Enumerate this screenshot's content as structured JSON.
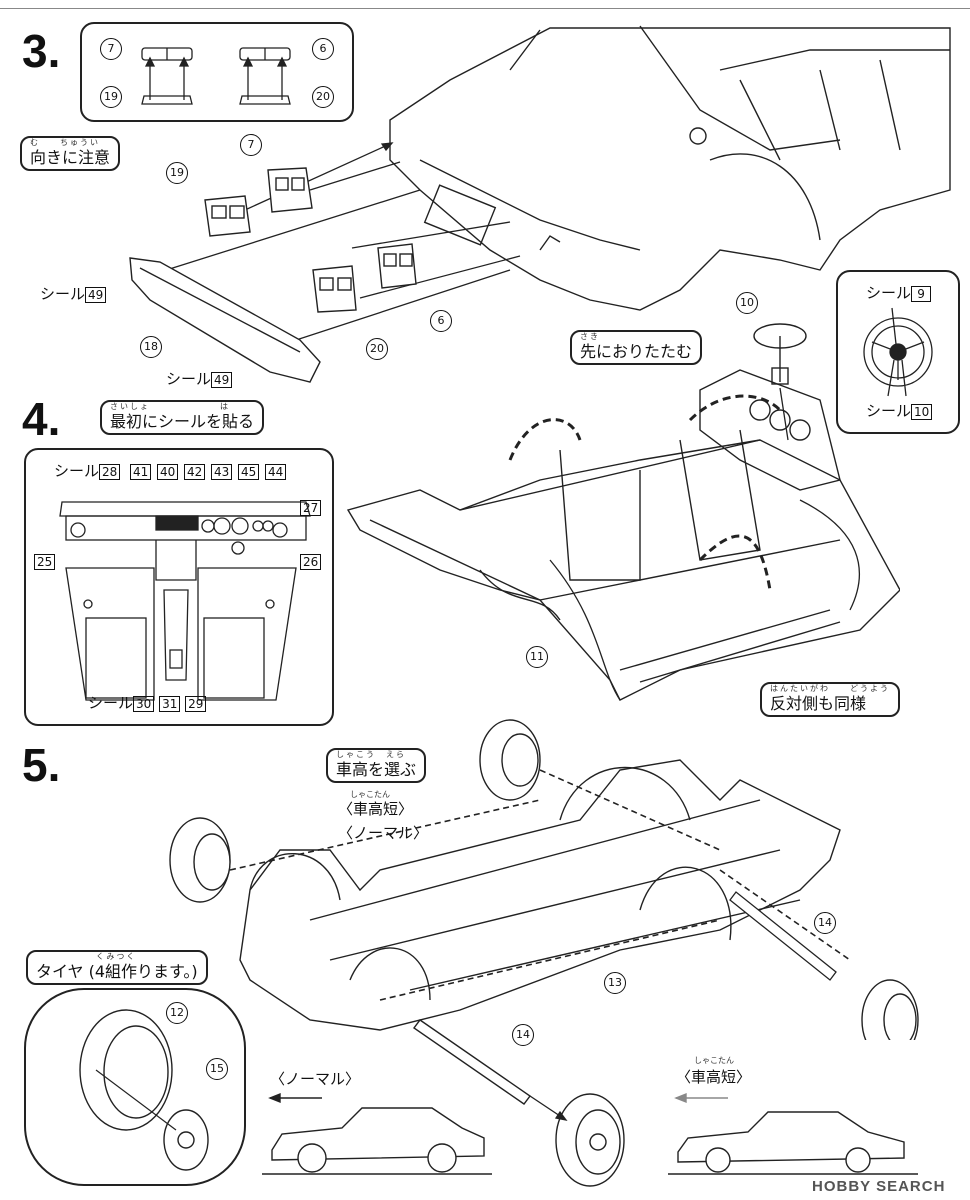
{
  "steps": {
    "s3": "3.",
    "s4": "4.",
    "s5": "5."
  },
  "step3": {
    "bubble_main": "向きに注意",
    "bubble_ruby": "む　　ちゅうい",
    "bubble_fold": "先におりたたむ",
    "bubble_fold_ruby": "さき",
    "seal_label": "シール",
    "seal_49a": "49",
    "seal_49b": "49",
    "inset_parts": [
      "7",
      "6",
      "19",
      "20"
    ],
    "parts": [
      "19",
      "7",
      "18",
      "6",
      "20"
    ]
  },
  "step4": {
    "bubble": "最初にシールを貼る",
    "bubble_ruby": "さいしょ　　　　　　　は",
    "seal_label": "シール",
    "seals_top": [
      "28",
      "41",
      "40",
      "42",
      "43",
      "45",
      "44"
    ],
    "seals_side": [
      "27",
      "25",
      "26"
    ],
    "seals_bottom": [
      "30",
      "31",
      "29"
    ],
    "part_wheel": "10",
    "part_floor": "11",
    "wheel_seal_top": "9",
    "wheel_seal_bottom": "10",
    "other_side": "反対側も同様",
    "other_side_ruby": "はんたいがわ　　どうよう"
  },
  "step5": {
    "bubble_height": "車高を選ぶ",
    "bubble_height_ruby": "しゃこう　えら",
    "short_label": "〈車高短〉",
    "short_ruby": "しゃこたん",
    "normal_label": "〈ノーマル〉",
    "tire_bubble": "タイヤ (4組作ります。)",
    "tire_ruby": "くみつく",
    "parts": [
      "13",
      "14",
      "14",
      "12",
      "15"
    ],
    "car_normal": "〈ノーマル〉",
    "car_short": "〈車高短〉",
    "car_short_ruby": "しゃこたん"
  },
  "watermark": "HOBBY SEARCH",
  "colors": {
    "ink": "#111111",
    "line": "#222222",
    "bg": "#ffffff"
  }
}
